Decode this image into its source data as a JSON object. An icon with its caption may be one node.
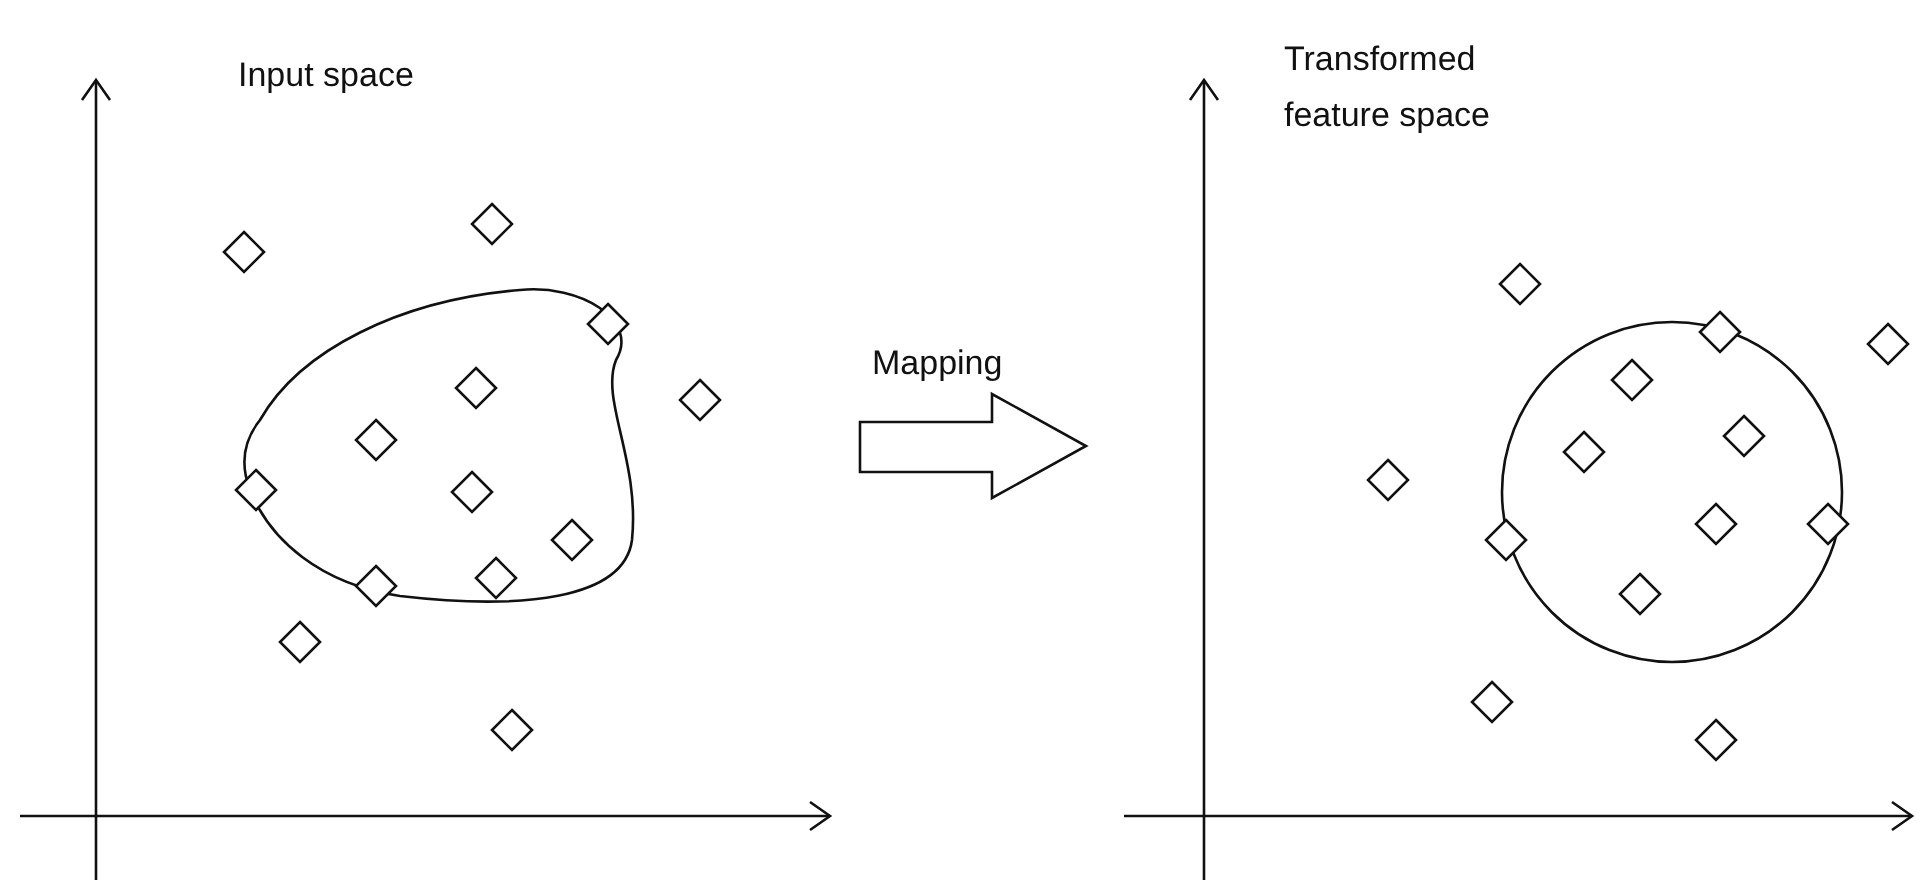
{
  "diagram": {
    "labels": [
      "Input space",
      "Mapping",
      "Transformed feature space"
    ]
  }
}
